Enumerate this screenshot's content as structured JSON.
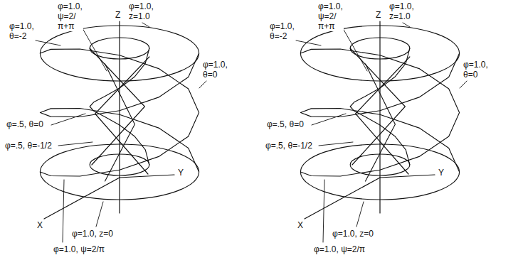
{
  "diagram": {
    "labels": [
      "φ=1.0, ψ=2/π+π",
      "φ=1.0, z=1.0",
      "Z",
      "φ=1.0, θ=-2",
      "φ=1.0, θ=0",
      "φ=.5, θ=0",
      "φ=.5, θ=-1/2",
      "Y",
      "X",
      "φ=1.0, z=0",
      "φ=1.0, ψ=2/π",
      "φ=1.0, ψ=2/π+π",
      "φ=1.0, z=1.0",
      "Z",
      "φ=1.0, θ=-2",
      "φ=1.0, θ=0",
      "φ=.5, θ=0",
      "φ=.5, θ=-1/2",
      "Y",
      "X",
      "φ=1.0, z=0",
      "φ=1.0, ψ=2/π"
    ]
  }
}
